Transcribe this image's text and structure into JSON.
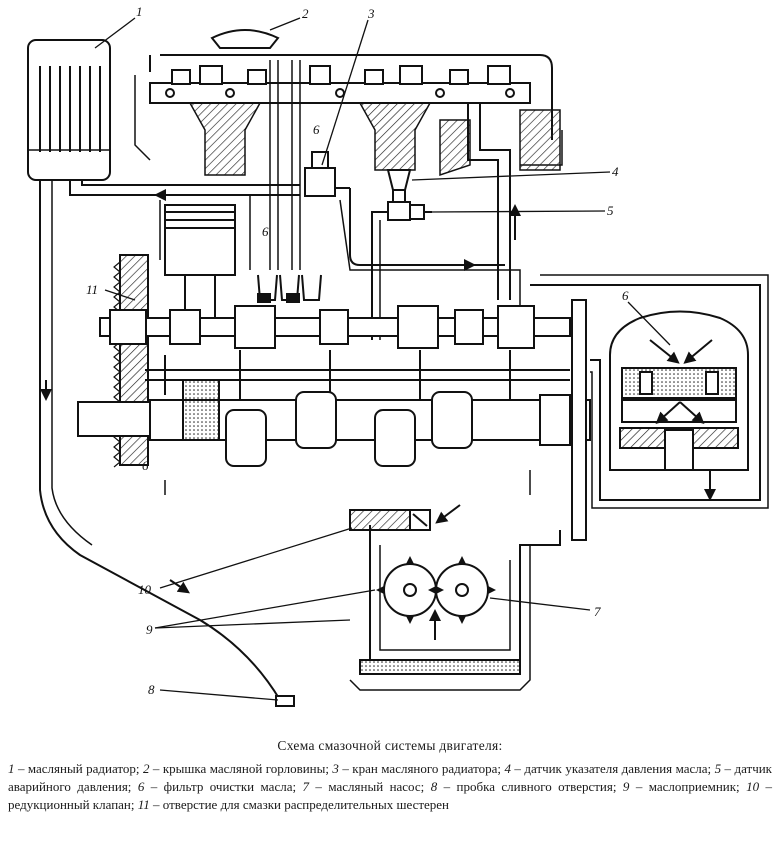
{
  "callouts": {
    "c1": "1",
    "c2": "2",
    "c3": "3",
    "c4": "4",
    "c5": "5",
    "c6": "6",
    "c7": "7",
    "c8": "8",
    "c9": "9",
    "c10": "10",
    "c11": "11"
  },
  "inner_marks": {
    "six_a": "6",
    "six_b": "6",
    "six_c": "6"
  },
  "caption": {
    "title": "Схема смазочной системы двигателя:",
    "items": [
      {
        "num": "1",
        "text": " – масляный радиатор; "
      },
      {
        "num": "2",
        "text": " – крышка масляной горловины; "
      },
      {
        "num": "3",
        "text": " – кран масляного радиатора; "
      },
      {
        "num": "4",
        "text": " – датчик указателя давления масла; "
      },
      {
        "num": "5",
        "text": " – датчик аварийного давления; "
      },
      {
        "num": "6",
        "text": " – фильтр очистки масла; "
      },
      {
        "num": "7",
        "text": " – масляный насос; "
      },
      {
        "num": "8",
        "text": " – пробка сливного отверстия; "
      },
      {
        "num": "9",
        "text": " – маслоприемник; "
      },
      {
        "num": "10",
        "text": " – редукционный клапан; "
      },
      {
        "num": "11",
        "text": " – отверстие для смазки распределительных шестерен"
      }
    ]
  }
}
